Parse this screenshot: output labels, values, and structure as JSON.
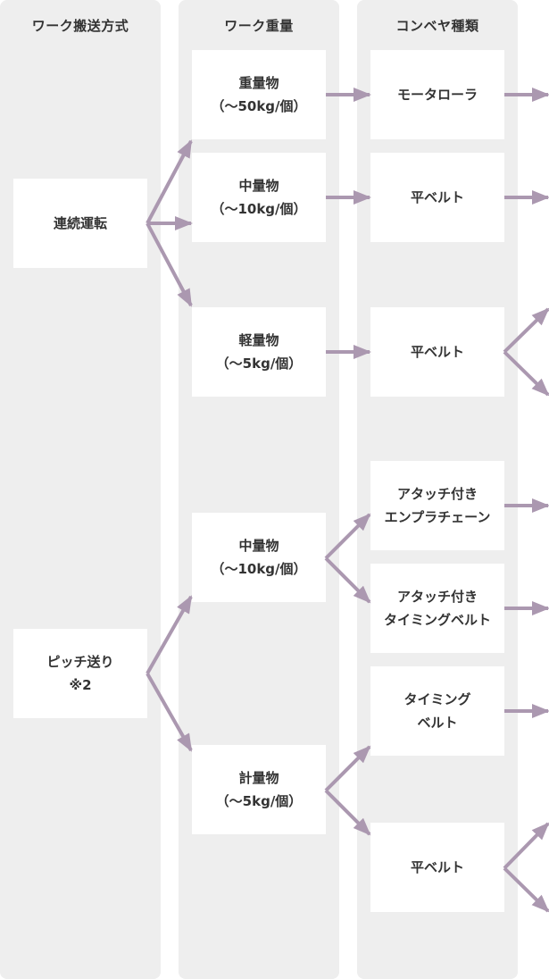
{
  "columns": [
    {
      "header": "ワーク搬送方式"
    },
    {
      "header": "ワーク重量"
    },
    {
      "header": "コンベヤ種類"
    }
  ],
  "transport": [
    {
      "lines": [
        "連続運転"
      ]
    },
    {
      "lines": [
        "ピッチ送り",
        "※2"
      ]
    }
  ],
  "weight": [
    {
      "lines": [
        "重量物",
        "（～50kg/個）"
      ]
    },
    {
      "lines": [
        "中量物",
        "（～10kg/個）"
      ]
    },
    {
      "lines": [
        "軽量物",
        "（～5kg/個）"
      ]
    },
    {
      "lines": [
        "中量物",
        "（～10kg/個）"
      ]
    },
    {
      "lines": [
        "計量物",
        "（～5kg/個）"
      ]
    }
  ],
  "conveyor": [
    {
      "lines": [
        "モータローラ"
      ]
    },
    {
      "lines": [
        "平ベルト"
      ]
    },
    {
      "lines": [
        "平ベルト"
      ]
    },
    {
      "lines": [
        "アタッチ付き",
        "エンプラチェーン"
      ]
    },
    {
      "lines": [
        "アタッチ付き",
        "タイミングベルト"
      ]
    },
    {
      "lines": [
        "タイミング",
        "ベルト"
      ]
    },
    {
      "lines": [
        "平ベルト"
      ]
    }
  ],
  "colors": {
    "column_bg": "#eeeeee",
    "arrow": "#ab98b0",
    "text": "#333333"
  }
}
